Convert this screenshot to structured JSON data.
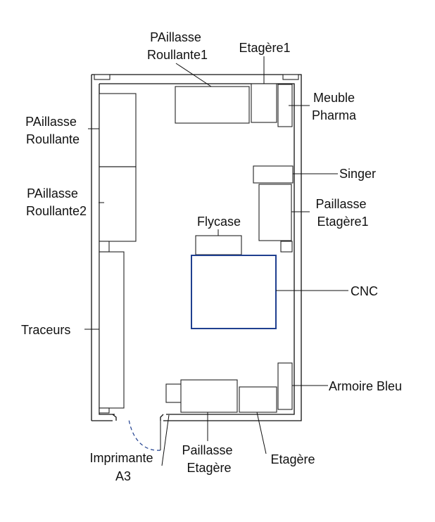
{
  "labels": {
    "paillasse_roulante1": [
      "PAillasse",
      "Roullante1"
    ],
    "etagere1": [
      "Etagère1"
    ],
    "meuble_pharma": [
      "Meuble",
      "Pharma"
    ],
    "paillasse_roulante": [
      "PAillasse",
      "Roullante"
    ],
    "singer": [
      "Singer"
    ],
    "paillasse_roulante2": [
      "PAillasse",
      "Roullante2"
    ],
    "paillasse_etagere1": [
      "Paillasse",
      "Etagère1"
    ],
    "flycase": [
      "Flycase"
    ],
    "cnc": [
      "CNC"
    ],
    "traceurs": [
      "Traceurs"
    ],
    "armoire_bleu": [
      "Armoire Bleu"
    ],
    "imprimante_a3": [
      "Imprimante",
      "A3"
    ],
    "paillasse_etagere": [
      "Paillasse",
      "Etagère"
    ],
    "etagere": [
      "Etagère"
    ]
  },
  "colors": {
    "cnc_stroke": "#1f3f8f",
    "door_arc": "#1f3f8f",
    "line": "#111111"
  }
}
